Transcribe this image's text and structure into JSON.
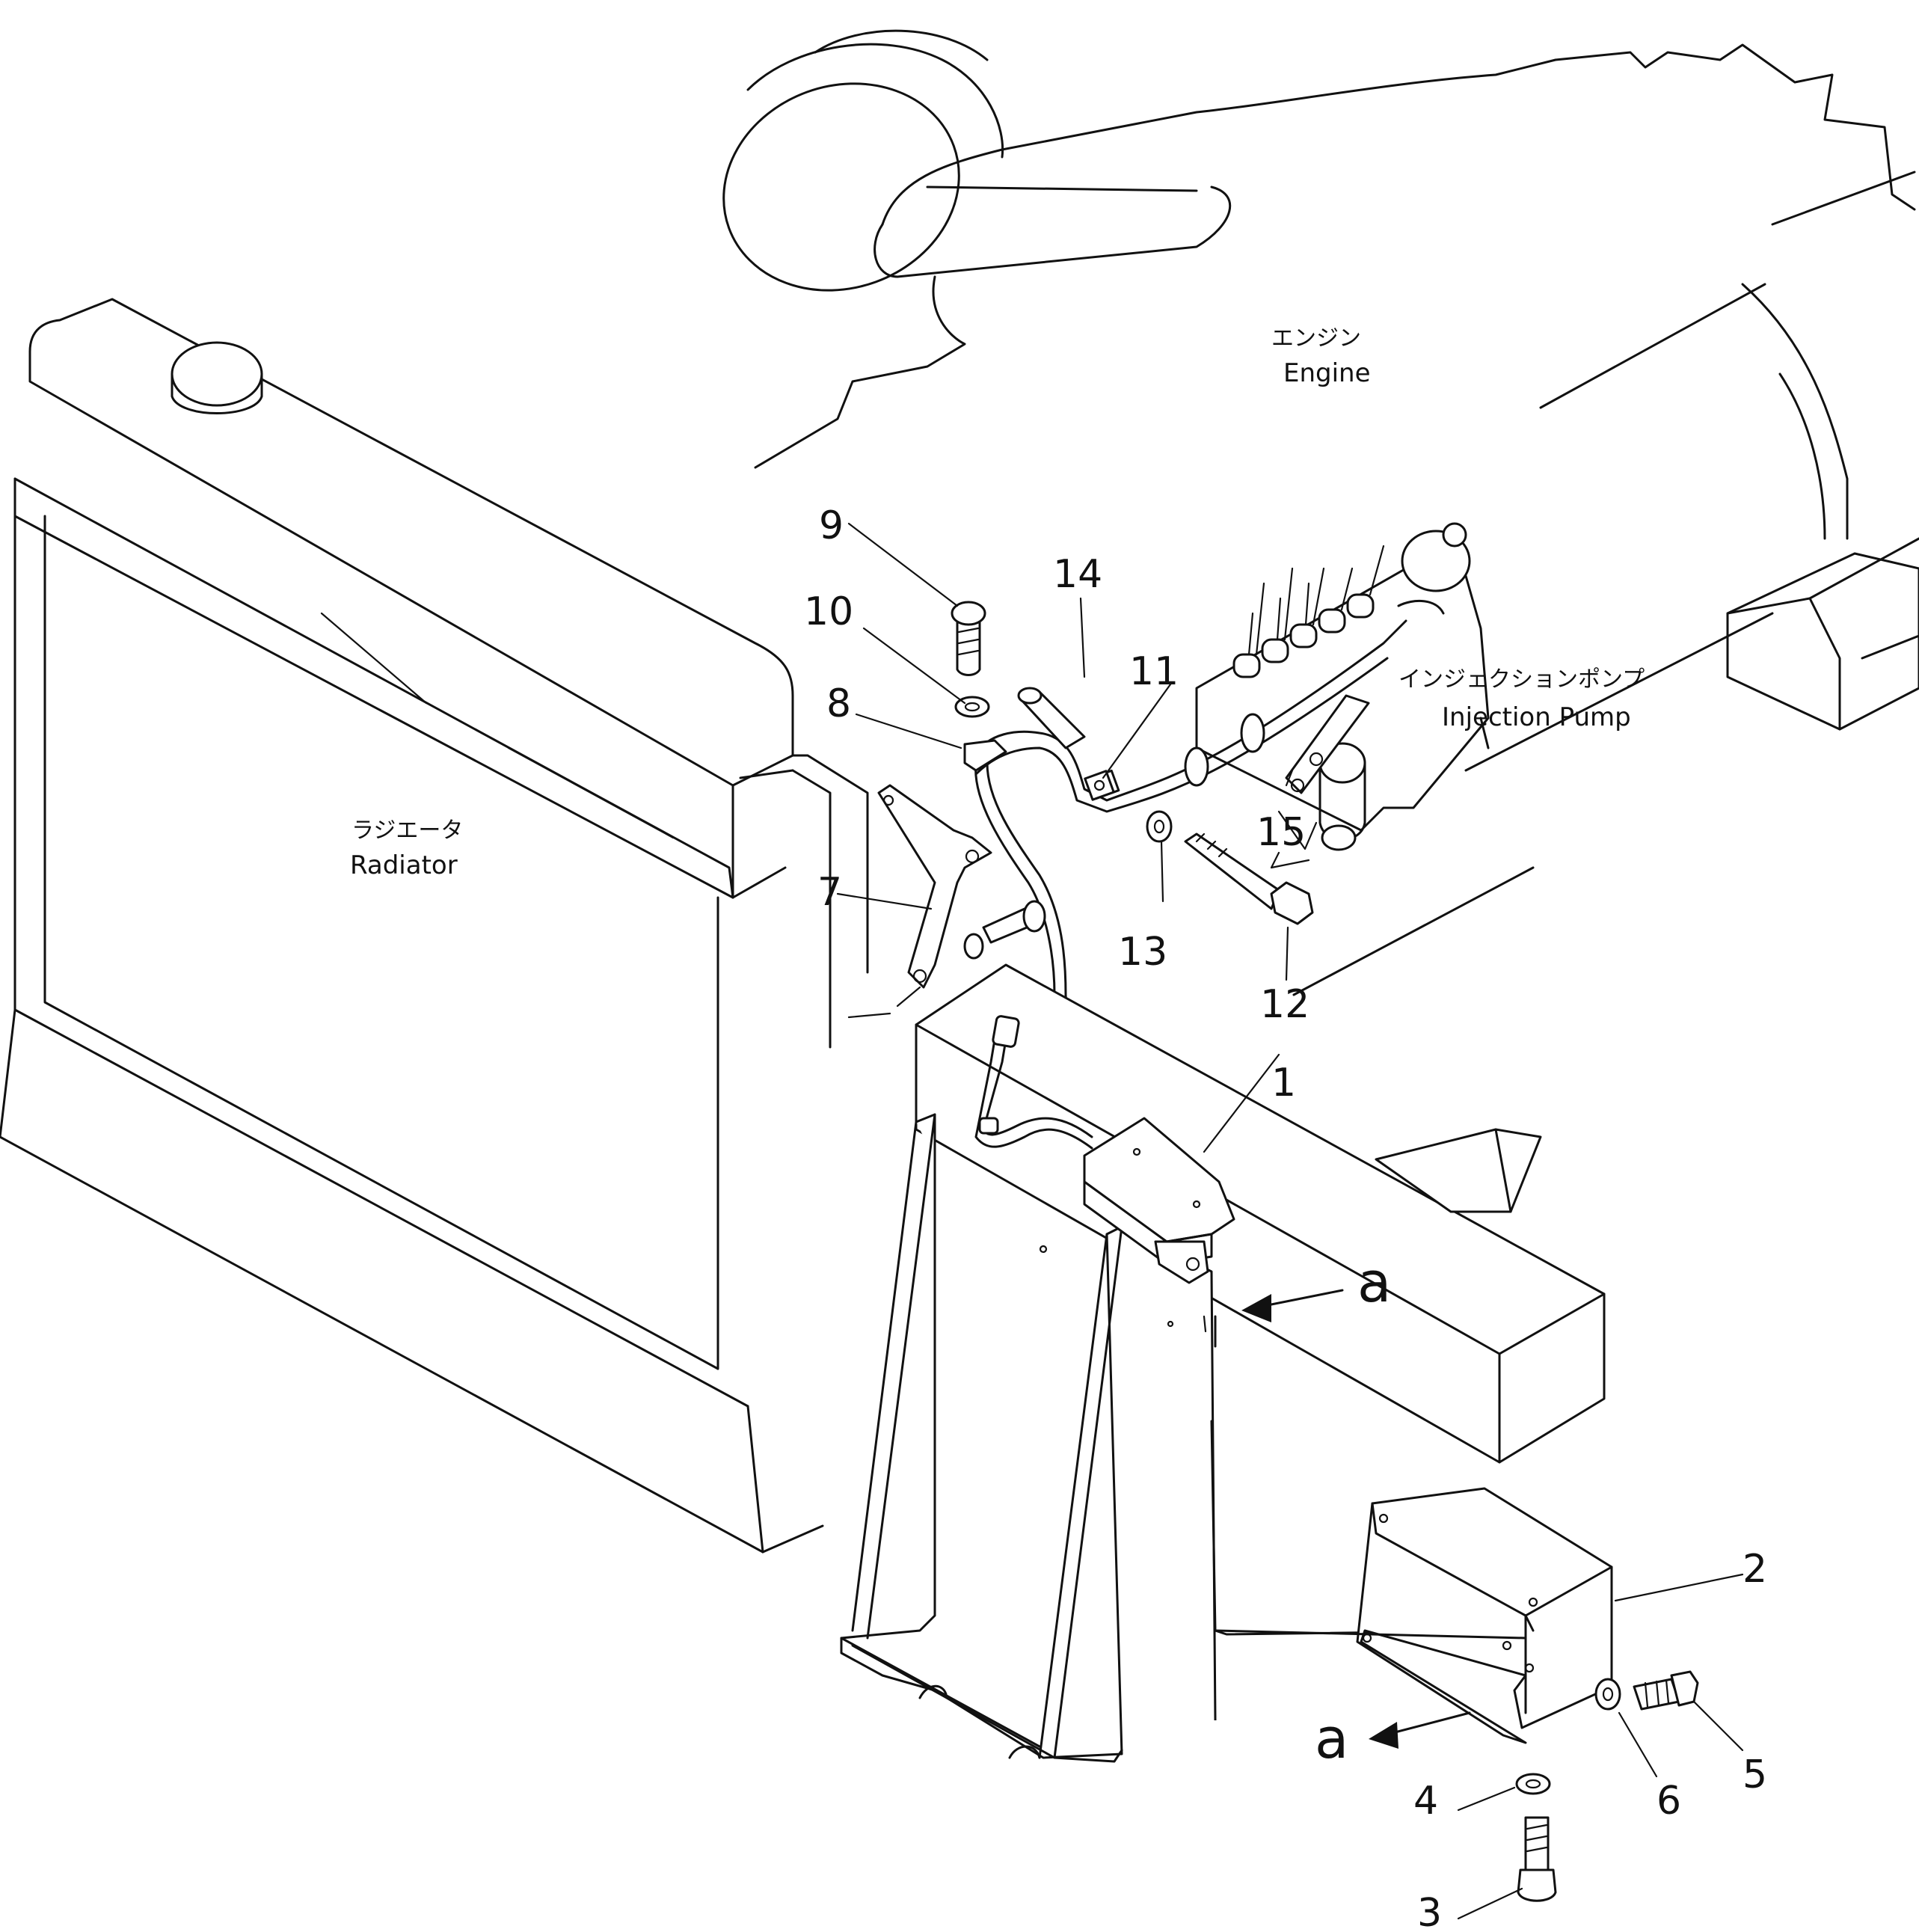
{
  "labels": {
    "engine_jp": "エンジン",
    "engine_en": "Engine",
    "radiator_jp": "ラジエータ",
    "radiator_en": "Radiator",
    "pump_jp": "インジェクションポンプ",
    "pump_en": "Injection Pump"
  },
  "callouts": [
    "1",
    "2",
    "3",
    "4",
    "5",
    "6",
    "7",
    "8",
    "9",
    "10",
    "11",
    "12",
    "13",
    "14",
    "15"
  ],
  "view_ref": "a"
}
